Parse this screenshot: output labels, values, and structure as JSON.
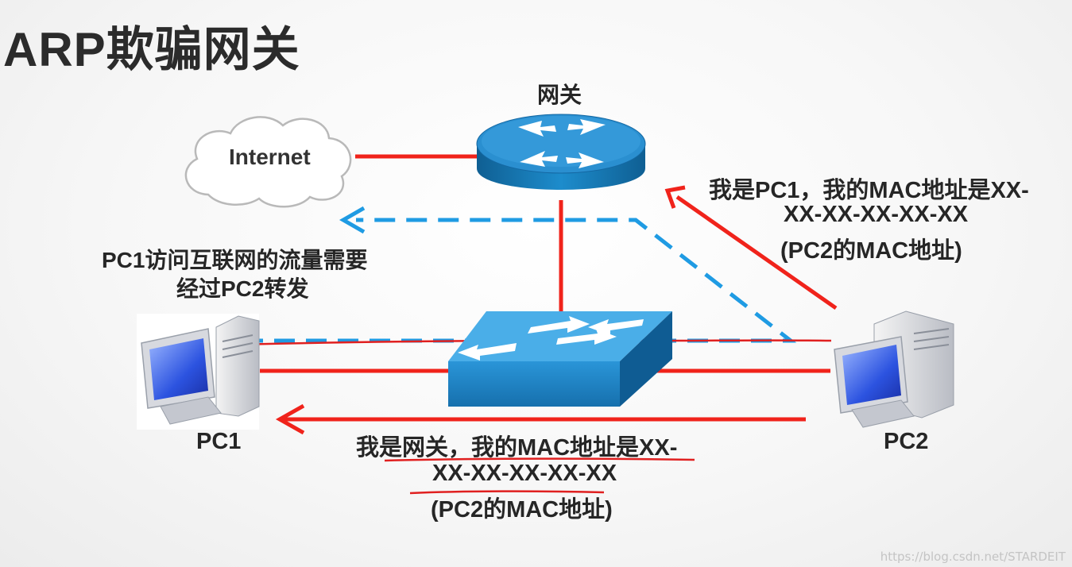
{
  "title": "ARP欺骗网关",
  "nodes": {
    "internet": "Internet",
    "gateway": "网关",
    "pc1": "PC1",
    "pc2": "PC2"
  },
  "notes": {
    "traffic_line1": "PC1访问互联网的流量需要",
    "traffic_line2": "经过PC2转发",
    "to_gateway_line1": "我是PC1，我的MAC地址是XX-",
    "to_gateway_line2": "XX-XX-XX-XX-XX",
    "to_gateway_line3": "(PC2的MAC地址)",
    "to_pc1_line1": "我是网关，我的MAC地址是XX-",
    "to_pc1_line2": "XX-XX-XX-XX-XX",
    "to_pc1_line3": "(PC2的MAC地址)"
  },
  "watermark": "https://blog.csdn.net/STARDEIT",
  "colors": {
    "link_red": "#f0231b",
    "spoof_flow_blue": "#1f9be3",
    "router_blue": "#1979b5",
    "switch_blue": "#1b7fc3"
  }
}
